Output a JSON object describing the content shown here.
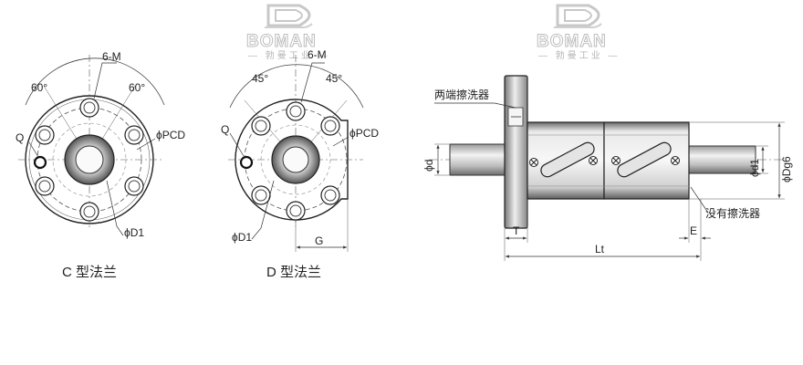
{
  "watermark": {
    "brand": "BOMAN",
    "tagline": "— 勃曼工业 —"
  },
  "flange_c": {
    "caption": "C 型法兰",
    "labels": {
      "thread": "6-M",
      "angle_left": "60°",
      "angle_right": "60°",
      "pcd": "ϕPCD",
      "q": "Q",
      "d1": "ϕD1"
    }
  },
  "flange_d": {
    "caption": "D 型法兰",
    "labels": {
      "thread": "6-M",
      "angle_left": "45°",
      "angle_right": "45°",
      "pcd": "ϕPCD",
      "q": "Q",
      "d1": "ϕD1",
      "g": "G"
    }
  },
  "side_view": {
    "labels": {
      "wiper_both": "两端擦洗器",
      "no_wiper": "没有擦洗器",
      "d": "ϕd",
      "d1": "ϕd1",
      "dg6": "ϕDg6",
      "t": "T",
      "lt": "Lt",
      "e": "E"
    }
  }
}
